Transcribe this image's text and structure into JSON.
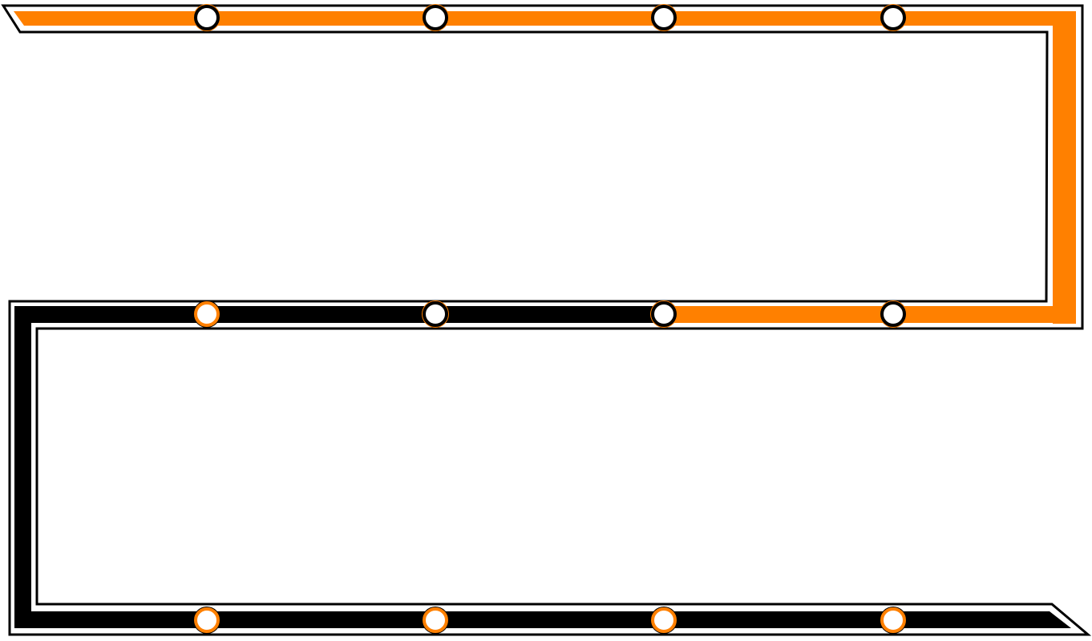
{
  "colors": {
    "completed": "#FF8000",
    "remaining": "#000000",
    "outline": "#000000",
    "gap": "#FFFFFF",
    "node_fill": "#FFFFFF",
    "node_ring_on_completed": "#000000",
    "node_ring_on_remaining": "#FF8000"
  },
  "roadmap": {
    "rows": 3,
    "nodes_per_row": 4,
    "total_nodes": 12,
    "completed_nodes": 7,
    "progress_percent": 58
  }
}
